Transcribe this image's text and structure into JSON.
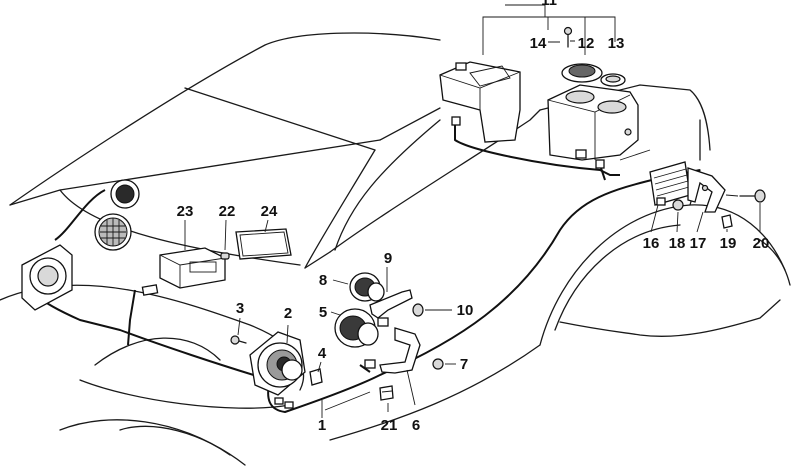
{
  "labels": [
    {
      "id": "1",
      "text": "1"
    },
    {
      "id": "2",
      "text": "2"
    },
    {
      "id": "3",
      "text": "3"
    },
    {
      "id": "4",
      "text": "4"
    },
    {
      "id": "5",
      "text": "5"
    },
    {
      "id": "6",
      "text": "6"
    },
    {
      "id": "7",
      "text": "7"
    },
    {
      "id": "8",
      "text": "8"
    },
    {
      "id": "9",
      "text": "9"
    },
    {
      "id": "10",
      "text": "10"
    },
    {
      "id": "11",
      "text": "11"
    },
    {
      "id": "12",
      "text": "12"
    },
    {
      "id": "13",
      "text": "13"
    },
    {
      "id": "14",
      "text": "14"
    },
    {
      "id": "16",
      "text": "16"
    },
    {
      "id": "17",
      "text": "17"
    },
    {
      "id": "18",
      "text": "18"
    },
    {
      "id": "19",
      "text": "19"
    },
    {
      "id": "20",
      "text": "20"
    },
    {
      "id": "21",
      "text": "21"
    },
    {
      "id": "22",
      "text": "22"
    },
    {
      "id": "23",
      "text": "23"
    },
    {
      "id": "24",
      "text": "24"
    }
  ]
}
